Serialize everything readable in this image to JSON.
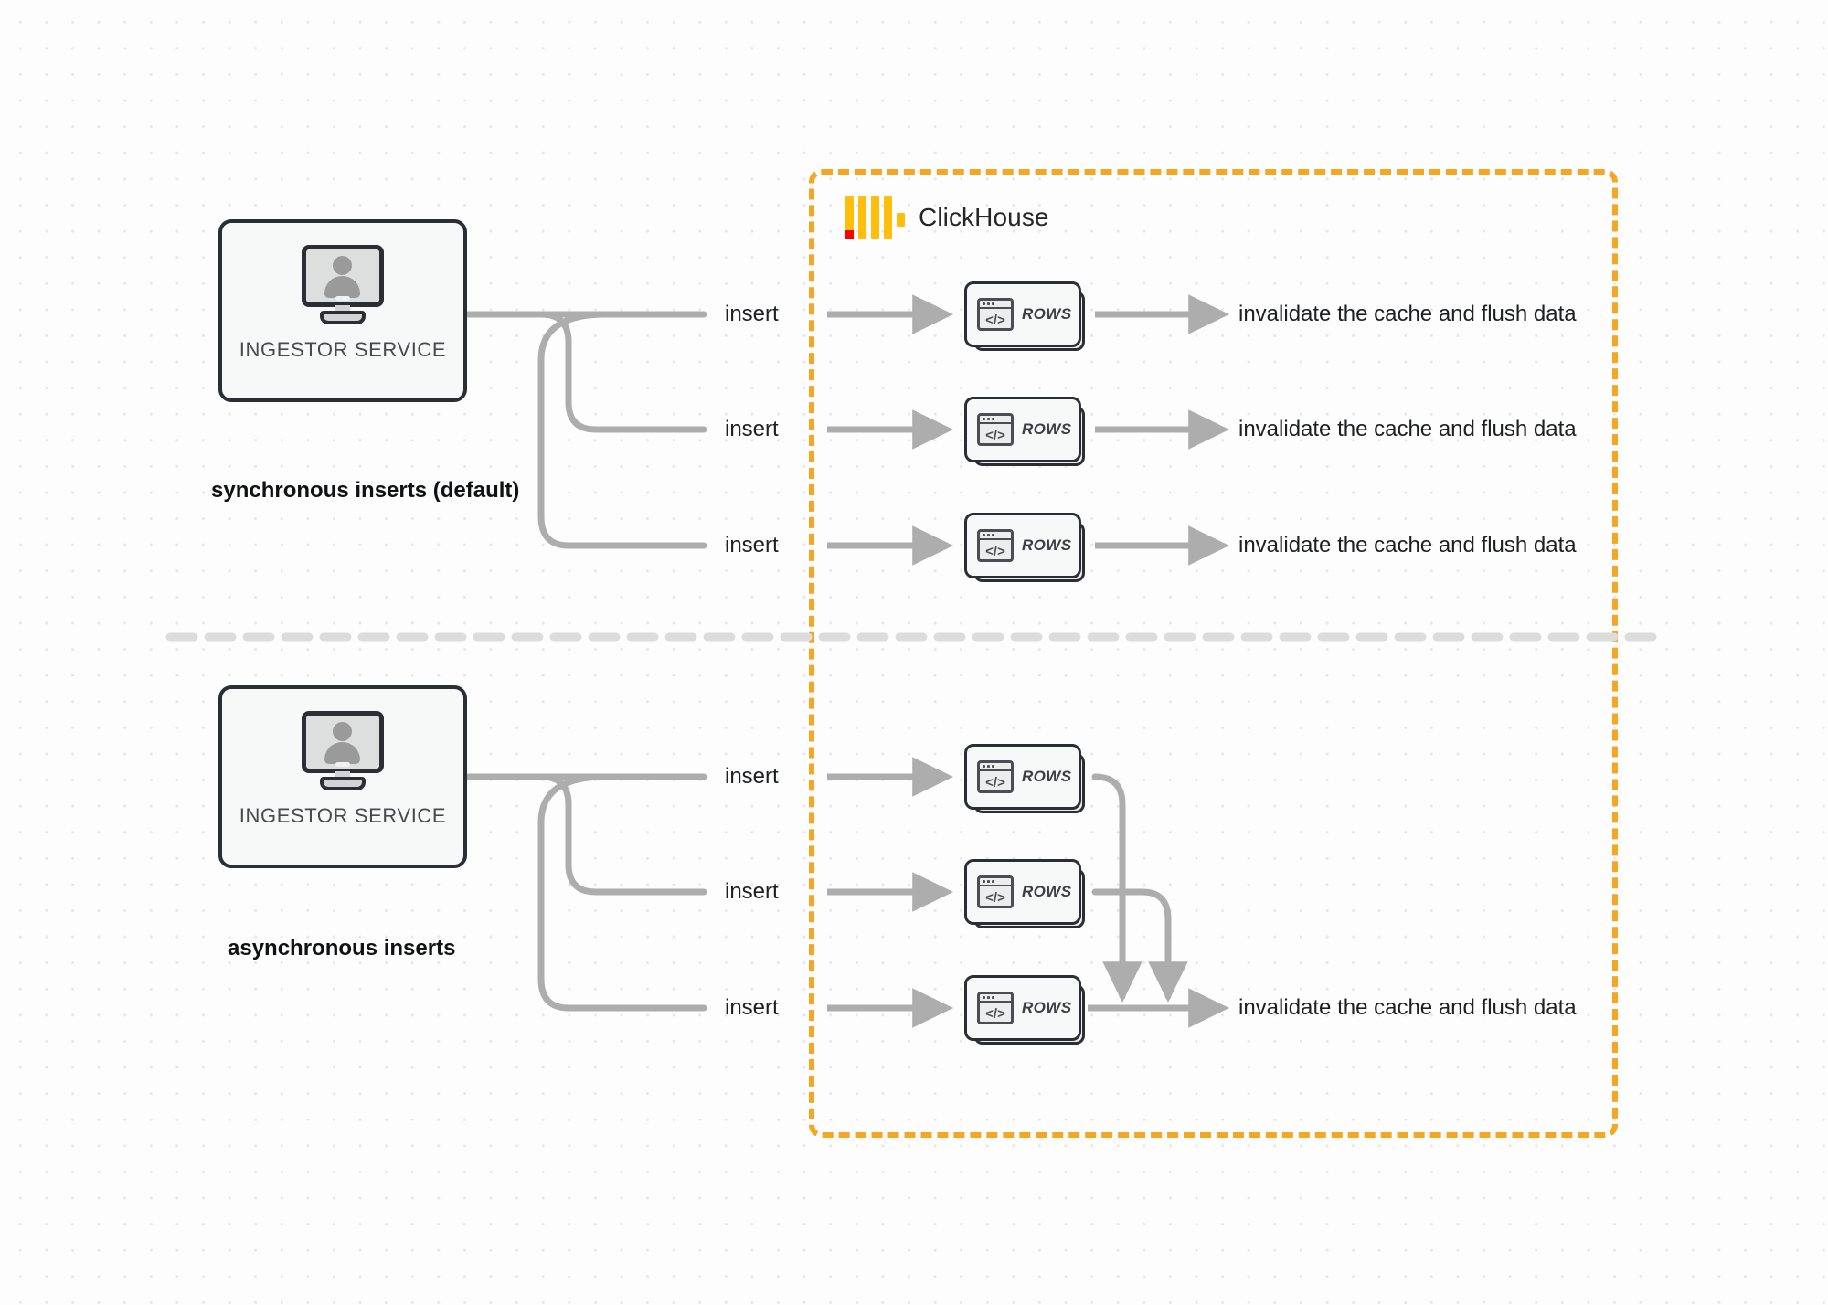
{
  "diagram": {
    "title": "ClickHouse synchronous vs asynchronous inserts",
    "background": "#fdfdfd",
    "colors": {
      "clickhouse_orange": "#f5a623",
      "logo_yellow": "#ffbe0b",
      "logo_red": "#fa0000",
      "wire_gray": "#adadad",
      "node_border": "#2b2f33",
      "divider_gray": "#dcdcdc"
    }
  },
  "clickhouse": {
    "name": "ClickHouse",
    "logo_icon": "clickhouse-logo-icon",
    "boundary_style": "dashed"
  },
  "sections": [
    {
      "id": "synchronous",
      "mode_label": "synchronous inserts (default)",
      "ingestor": {
        "label": "INGESTOR SERVICE",
        "icon": "monitor-user-icon"
      },
      "flows": [
        {
          "edge_label": "insert",
          "node_label": "ROWS",
          "node_icon": "code-window-icon",
          "result_label": "invalidate the cache and flush data"
        },
        {
          "edge_label": "insert",
          "node_label": "ROWS",
          "node_icon": "code-window-icon",
          "result_label": "invalidate the cache and flush data"
        },
        {
          "edge_label": "insert",
          "node_label": "ROWS",
          "node_icon": "code-window-icon",
          "result_label": "invalidate the cache and flush data"
        }
      ]
    },
    {
      "id": "asynchronous",
      "mode_label": "asynchronous inserts",
      "ingestor": {
        "label": "INGESTOR SERVICE",
        "icon": "monitor-user-icon"
      },
      "flows": [
        {
          "edge_label": "insert",
          "node_label": "ROWS",
          "node_icon": "code-window-icon"
        },
        {
          "edge_label": "insert",
          "node_label": "ROWS",
          "node_icon": "code-window-icon"
        },
        {
          "edge_label": "insert",
          "node_label": "ROWS",
          "node_icon": "code-window-icon"
        }
      ],
      "merged_result_label": "invalidate the cache and flush data"
    }
  ]
}
